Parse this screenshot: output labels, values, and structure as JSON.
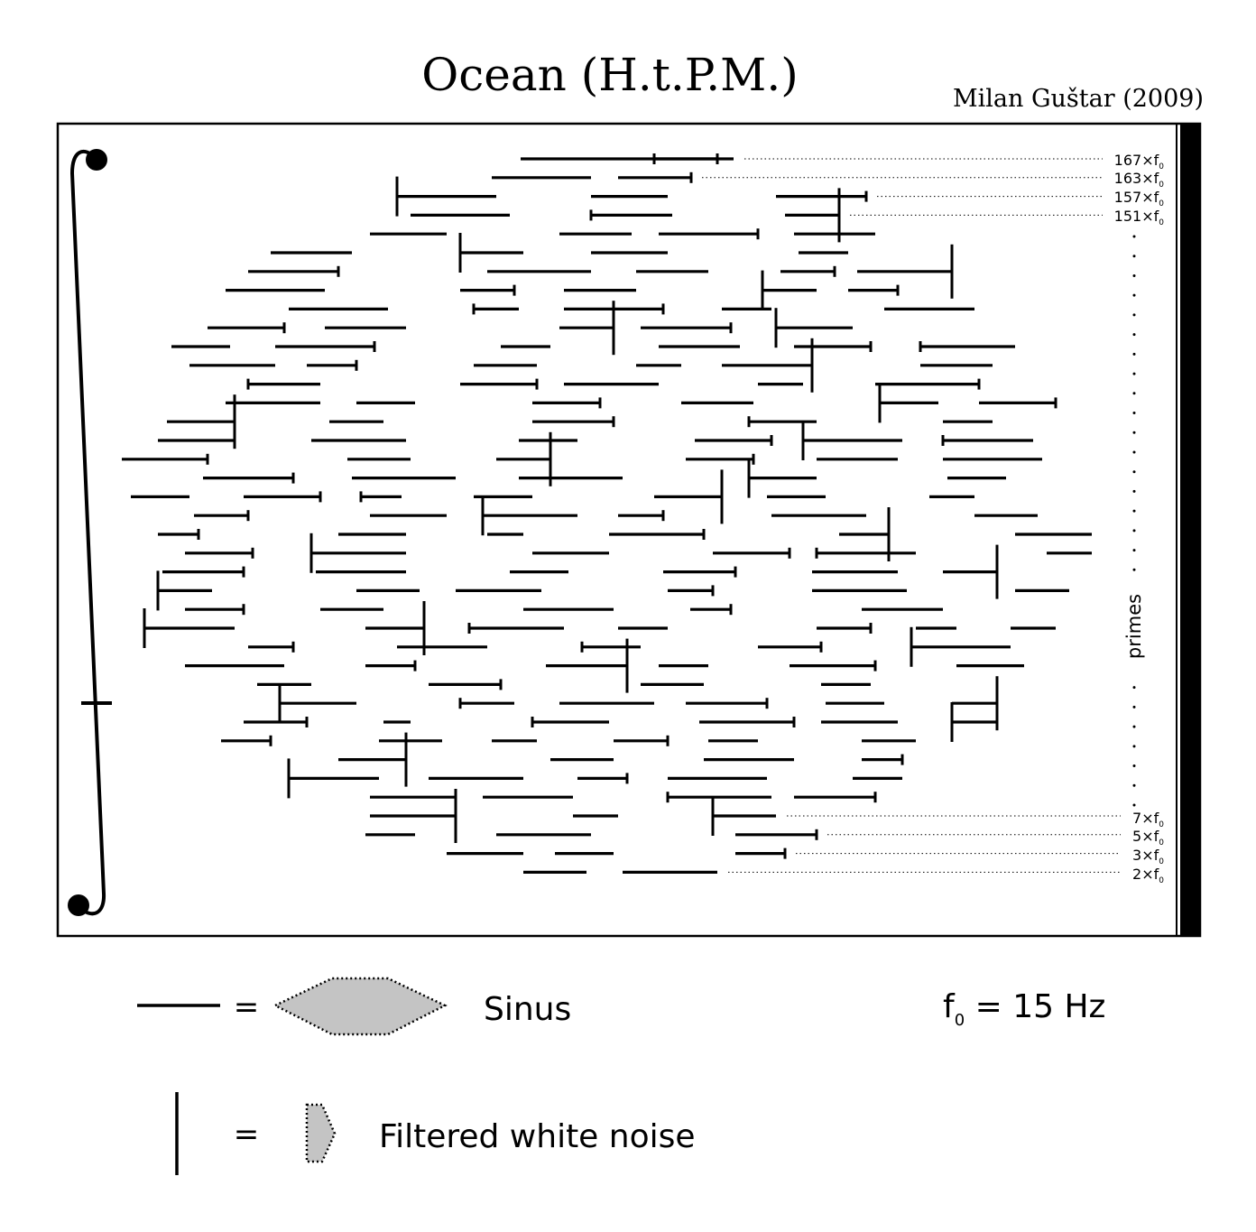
{
  "title": "Ocean (H.t.P.M.)",
  "composer": "Milan Guštar (2009)",
  "score": {
    "harmonic_labels_top": [
      {
        "mult": "167",
        "sep": "×",
        "f": "f",
        "sub": "0"
      },
      {
        "mult": "163",
        "sep": "×",
        "f": "f",
        "sub": "0"
      },
      {
        "mult": "157",
        "sep": "×",
        "f": "f",
        "sub": "0"
      },
      {
        "mult": "151",
        "sep": "×",
        "f": "f",
        "sub": "0"
      }
    ],
    "harmonic_labels_bottom": [
      {
        "mult": "7",
        "sep": "×",
        "f": "f",
        "sub": "0"
      },
      {
        "mult": "5",
        "sep": "×",
        "f": "f",
        "sub": "0"
      },
      {
        "mult": "3",
        "sep": "×",
        "f": "f",
        "sub": "0"
      },
      {
        "mult": "2",
        "sep": "×",
        "f": "f",
        "sub": "0"
      }
    ],
    "axis_label": "primes",
    "sinus_segments": [
      [
        0,
        577,
        795
      ],
      [
        0,
        725,
        813
      ],
      [
        1,
        545,
        655
      ],
      [
        1,
        685,
        766
      ],
      [
        2,
        440,
        550
      ],
      [
        2,
        655,
        740
      ],
      [
        2,
        860,
        960
      ],
      [
        3,
        455,
        565
      ],
      [
        3,
        655,
        745
      ],
      [
        3,
        870,
        930
      ],
      [
        4,
        410,
        495
      ],
      [
        4,
        620,
        700
      ],
      [
        4,
        730,
        840
      ],
      [
        4,
        880,
        970
      ],
      [
        5,
        300,
        390
      ],
      [
        5,
        510,
        580
      ],
      [
        5,
        655,
        740
      ],
      [
        5,
        885,
        940
      ],
      [
        6,
        275,
        375
      ],
      [
        6,
        540,
        655
      ],
      [
        6,
        705,
        785
      ],
      [
        6,
        865,
        925
      ],
      [
        6,
        950,
        1055
      ],
      [
        7,
        250,
        360
      ],
      [
        7,
        510,
        570
      ],
      [
        7,
        625,
        705
      ],
      [
        7,
        845,
        905
      ],
      [
        7,
        940,
        995
      ],
      [
        8,
        320,
        430
      ],
      [
        8,
        525,
        575
      ],
      [
        8,
        625,
        735
      ],
      [
        8,
        800,
        855
      ],
      [
        8,
        980,
        1080
      ],
      [
        9,
        230,
        315
      ],
      [
        9,
        360,
        450
      ],
      [
        9,
        620,
        680
      ],
      [
        9,
        710,
        810
      ],
      [
        9,
        860,
        945
      ],
      [
        10,
        190,
        255
      ],
      [
        10,
        305,
        415
      ],
      [
        10,
        555,
        610
      ],
      [
        10,
        730,
        820
      ],
      [
        10,
        880,
        965
      ],
      [
        10,
        1020,
        1125
      ],
      [
        11,
        210,
        305
      ],
      [
        11,
        340,
        395
      ],
      [
        11,
        525,
        595
      ],
      [
        11,
        705,
        755
      ],
      [
        11,
        800,
        900
      ],
      [
        11,
        1020,
        1100
      ],
      [
        12,
        275,
        355
      ],
      [
        12,
        510,
        595
      ],
      [
        12,
        625,
        730
      ],
      [
        12,
        840,
        890
      ],
      [
        12,
        970,
        1085
      ],
      [
        13,
        250,
        355
      ],
      [
        13,
        395,
        460
      ],
      [
        13,
        590,
        665
      ],
      [
        13,
        755,
        835
      ],
      [
        13,
        975,
        1040
      ],
      [
        13,
        1085,
        1170
      ],
      [
        14,
        185,
        260
      ],
      [
        14,
        365,
        425
      ],
      [
        14,
        590,
        680
      ],
      [
        14,
        830,
        905
      ],
      [
        14,
        1045,
        1100
      ],
      [
        15,
        175,
        260
      ],
      [
        15,
        345,
        450
      ],
      [
        15,
        575,
        640
      ],
      [
        15,
        770,
        855
      ],
      [
        15,
        890,
        1000
      ],
      [
        15,
        1045,
        1145
      ],
      [
        16,
        135,
        230
      ],
      [
        16,
        385,
        455
      ],
      [
        16,
        550,
        610
      ],
      [
        16,
        760,
        835
      ],
      [
        16,
        905,
        995
      ],
      [
        16,
        1045,
        1155
      ],
      [
        17,
        225,
        325
      ],
      [
        17,
        390,
        505
      ],
      [
        17,
        575,
        690
      ],
      [
        17,
        830,
        905
      ],
      [
        17,
        1050,
        1115
      ],
      [
        18,
        145,
        210
      ],
      [
        18,
        270,
        355
      ],
      [
        18,
        400,
        445
      ],
      [
        18,
        525,
        590
      ],
      [
        18,
        725,
        800
      ],
      [
        18,
        850,
        915
      ],
      [
        18,
        1030,
        1080
      ],
      [
        19,
        215,
        275
      ],
      [
        19,
        410,
        495
      ],
      [
        19,
        535,
        640
      ],
      [
        19,
        685,
        735
      ],
      [
        19,
        855,
        960
      ],
      [
        19,
        1080,
        1150
      ],
      [
        20,
        175,
        220
      ],
      [
        20,
        375,
        450
      ],
      [
        20,
        540,
        580
      ],
      [
        20,
        675,
        780
      ],
      [
        20,
        930,
        985
      ],
      [
        20,
        1125,
        1210
      ],
      [
        21,
        205,
        280
      ],
      [
        21,
        345,
        450
      ],
      [
        21,
        590,
        675
      ],
      [
        21,
        790,
        875
      ],
      [
        21,
        905,
        1015
      ],
      [
        21,
        1160,
        1210
      ],
      [
        22,
        180,
        270
      ],
      [
        22,
        350,
        450
      ],
      [
        22,
        565,
        630
      ],
      [
        22,
        735,
        815
      ],
      [
        22,
        900,
        995
      ],
      [
        22,
        1045,
        1105
      ],
      [
        23,
        175,
        235
      ],
      [
        23,
        395,
        465
      ],
      [
        23,
        505,
        600
      ],
      [
        23,
        740,
        790
      ],
      [
        23,
        900,
        1005
      ],
      [
        23,
        1125,
        1185
      ],
      [
        24,
        205,
        270
      ],
      [
        24,
        355,
        425
      ],
      [
        24,
        580,
        680
      ],
      [
        24,
        765,
        810
      ],
      [
        24,
        955,
        1045
      ],
      [
        25,
        160,
        260
      ],
      [
        25,
        405,
        470
      ],
      [
        25,
        520,
        625
      ],
      [
        25,
        685,
        740
      ],
      [
        25,
        905,
        965
      ],
      [
        25,
        1015,
        1060
      ],
      [
        25,
        1120,
        1170
      ],
      [
        26,
        275,
        325
      ],
      [
        26,
        440,
        540
      ],
      [
        26,
        645,
        710
      ],
      [
        26,
        840,
        910
      ],
      [
        26,
        1010,
        1120
      ],
      [
        27,
        205,
        315
      ],
      [
        27,
        405,
        460
      ],
      [
        27,
        605,
        695
      ],
      [
        27,
        730,
        785
      ],
      [
        27,
        875,
        970
      ],
      [
        27,
        1060,
        1135
      ],
      [
        28,
        285,
        345
      ],
      [
        28,
        475,
        555
      ],
      [
        28,
        710,
        780
      ],
      [
        28,
        910,
        965
      ],
      [
        29,
        310,
        395
      ],
      [
        29,
        510,
        570
      ],
      [
        29,
        620,
        725
      ],
      [
        29,
        760,
        850
      ],
      [
        29,
        915,
        980
      ],
      [
        29,
        1055,
        1105
      ],
      [
        30,
        270,
        340
      ],
      [
        30,
        425,
        455
      ],
      [
        30,
        590,
        675
      ],
      [
        30,
        775,
        880
      ],
      [
        30,
        910,
        995
      ],
      [
        30,
        1055,
        1105
      ],
      [
        31,
        245,
        300
      ],
      [
        31,
        420,
        490
      ],
      [
        31,
        545,
        595
      ],
      [
        31,
        680,
        740
      ],
      [
        31,
        785,
        840
      ],
      [
        31,
        955,
        1015
      ],
      [
        32,
        375,
        450
      ],
      [
        32,
        610,
        680
      ],
      [
        32,
        780,
        880
      ],
      [
        32,
        955,
        1000
      ],
      [
        33,
        320,
        420
      ],
      [
        33,
        475,
        580
      ],
      [
        33,
        640,
        695
      ],
      [
        33,
        740,
        850
      ],
      [
        33,
        945,
        1000
      ],
      [
        34,
        410,
        505
      ],
      [
        34,
        535,
        635
      ],
      [
        34,
        740,
        855
      ],
      [
        34,
        880,
        970
      ],
      [
        35,
        410,
        505
      ],
      [
        35,
        635,
        685
      ],
      [
        35,
        790,
        860
      ],
      [
        36,
        405,
        460
      ],
      [
        36,
        550,
        655
      ],
      [
        36,
        815,
        905
      ],
      [
        37,
        495,
        580
      ],
      [
        37,
        615,
        680
      ],
      [
        37,
        815,
        870
      ],
      [
        38,
        580,
        650
      ],
      [
        38,
        690,
        795
      ]
    ],
    "dotted_axis_dots": 30
  },
  "legend": {
    "eq": "=",
    "sinus_label": "Sinus",
    "noise_label": "Filtered white noise",
    "f0_f": "f",
    "f0_sub": "0",
    "f0_rest": " = 15 Hz"
  }
}
